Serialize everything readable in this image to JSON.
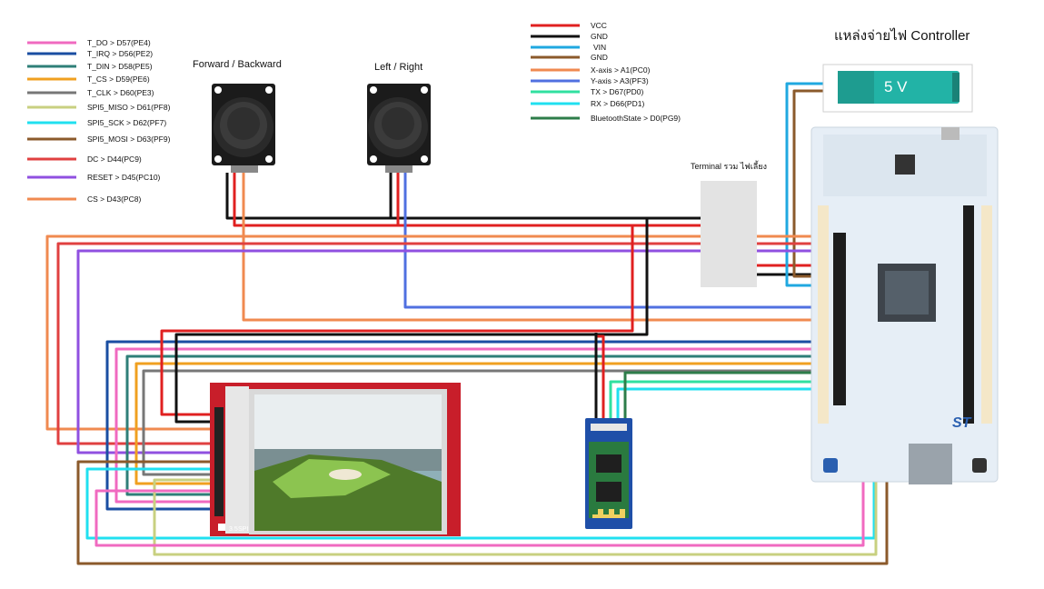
{
  "left_legend": [
    {
      "label": "T_DO > D57(PE4)",
      "color": "#f06ac0"
    },
    {
      "label": "T_IRQ > D56(PE2)",
      "color": "#1a4ea2"
    },
    {
      "label": "T_DIN > D58(PE5)",
      "color": "#2f7f78"
    },
    {
      "label": "T_CS > D59(PE6)",
      "color": "#f0a020"
    },
    {
      "label": "T_CLK > D60(PE3)",
      "color": "#777777"
    },
    {
      "label": "SPI5_MISO > D61(PF8)",
      "color": "#c8d080"
    },
    {
      "label": "SPI5_SCK > D62(PF7)",
      "color": "#20e0f0"
    },
    {
      "label": "SPI5_MOSI > D63(PF9)",
      "color": "#8b5a2b"
    },
    {
      "label": "DC > D44(PC9)",
      "color": "#e04040"
    },
    {
      "label": "RESET > D45(PC10)",
      "color": "#9050e0"
    },
    {
      "label": "CS > D43(PC8)",
      "color": "#f08a50"
    }
  ],
  "right_legend": [
    {
      "label": "VCC",
      "color": "#e02020"
    },
    {
      "label": "GND",
      "color": "#111111"
    },
    {
      "label": "VIN",
      "color": "#20a8e0"
    },
    {
      "label": "GND",
      "color": "#8b5a2b"
    },
    {
      "label": "X-axis > A1(PC0)",
      "color": "#f08a50"
    },
    {
      "label": "Y-axis > A3(PF3)",
      "color": "#5070e0"
    },
    {
      "label": "TX > D67(PD0)",
      "color": "#30e0a0"
    },
    {
      "label": "RX > D66(PD1)",
      "color": "#20e0f0"
    },
    {
      "label": "BluetoothState > D0(PG9)",
      "color": "#2e7d4a"
    }
  ],
  "joystick_fb_title": "Forward / Backward",
  "joystick_lr_title": "Left / Right",
  "terminal_title": "Terminal รวม ไฟเลี้ยง",
  "power_title": "แหล่งจ่ายไฟ Controller",
  "battery_label": "5 V",
  "lcd_side_text": "3.5",
  "lcd_side_text2": "SPI",
  "board_text": "ST",
  "colors": {
    "board": "#e6eef6",
    "lcd_pcb": "#c81e2a",
    "bt_pcb": "#1f4fa8",
    "battery": "#22b3a6"
  }
}
